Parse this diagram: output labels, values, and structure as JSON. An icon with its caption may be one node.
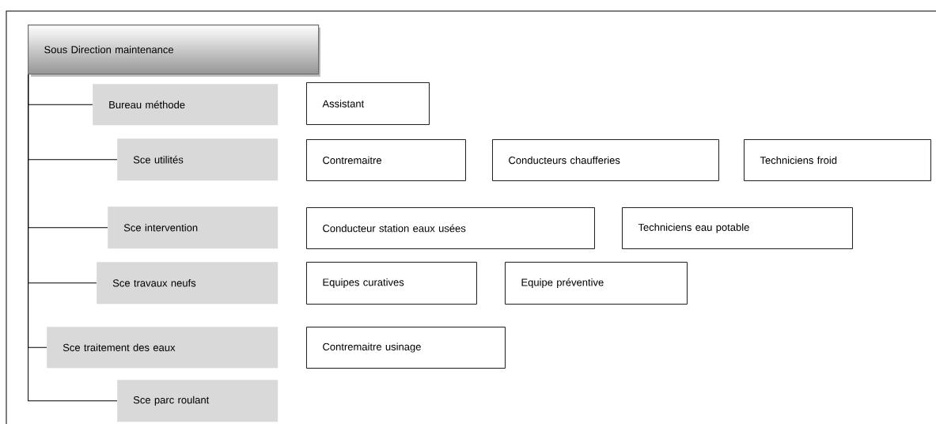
{
  "diagram": {
    "nodes": [
      {
        "text": [
          "Sous Direction maintenance"
        ]
      },
      {
        "text": [
          "Bureau méthode"
        ]
      },
      {
        "text": [
          "Assistant"
        ]
      },
      {
        "text": [
          "Sce utilités"
        ]
      },
      {
        "text": [
          "Contremaitre"
        ]
      },
      {
        "text": [
          "Conducteurs chaufferies"
        ]
      },
      {
        "text": [
          "Techniciens froid"
        ]
      },
      {
        "text": [
          "Sce intervention"
        ]
      },
      {
        "text": [
          "Conducteur station eaux usées"
        ]
      },
      {
        "text": [
          "Techniciens eau potable"
        ]
      },
      {
        "text": [
          "Sce travaux neufs"
        ]
      },
      {
        "text": [
          "Equipes curatives"
        ]
      },
      {
        "text": [
          "Equipe préventive"
        ]
      },
      {
        "text": [
          "Sce traitement des eaux"
        ]
      },
      {
        "text": [
          "Contremaitre usinage"
        ]
      },
      {
        "text": [
          "Sce parc roulant"
        ]
      }
    ],
    "edges": [
      {
        "from": 0,
        "to": 1,
        "arrow": "none"
      },
      {
        "from": 0,
        "to": 3,
        "arrow": "none"
      },
      {
        "from": 0,
        "to": 7,
        "arrow": "none"
      },
      {
        "from": 0,
        "to": 10,
        "arrow": "none"
      },
      {
        "from": 0,
        "to": 13,
        "arrow": "none"
      },
      {
        "from": 0,
        "to": 15,
        "arrow": "none"
      }
    ]
  }
}
